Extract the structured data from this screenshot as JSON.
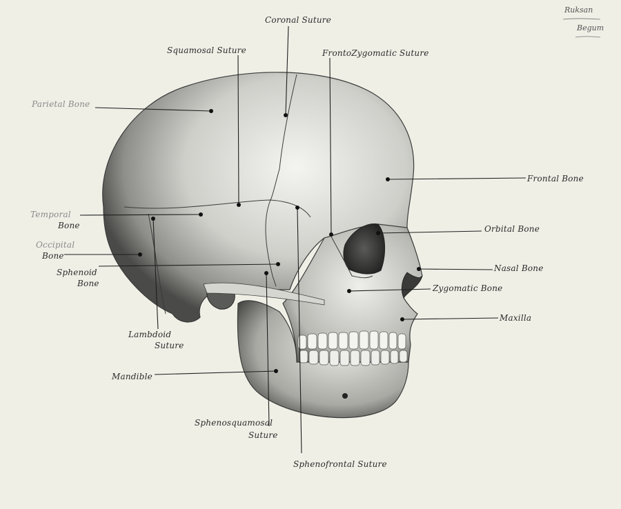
{
  "labels": {
    "coronal_suture": "Coronal Suture",
    "squamosal_suture": "Squamosal Suture",
    "frontozygomatic_suture": "FrontoZygomatic Suture",
    "parietal_bone": "Parietal Bone",
    "frontal_bone": "Frontal Bone",
    "temporal_bone_1": "Temporal",
    "temporal_bone_2": "Bone",
    "orbital_bone": "Orbital Bone",
    "occipital_bone_1": "Occipital",
    "occipital_bone_2": "Bone",
    "nasal_bone": "Nasal Bone",
    "sphenoid_bone_1": "Sphenoid",
    "sphenoid_bone_2": "Bone",
    "zygomatic_bone": "Zygomatic Bone",
    "maxilla": "Maxilla",
    "lambdoid_suture_1": "Lambdoid",
    "lambdoid_suture_2": "Suture",
    "mandible": "Mandible",
    "sphenosquamosal_suture_1": "Sphenosquamosal",
    "sphenosquamosal_suture_2": "Suture",
    "sphenofrontal_suture": "Sphenofrontal Suture"
  },
  "signature": {
    "line1": "Ruksan",
    "line2": "Begum"
  },
  "colors": {
    "paper": "#efefe6",
    "ink": "#2a2a2a",
    "bone_light": "#e9e9e4",
    "bone_shadow": "#5a5a5a"
  }
}
